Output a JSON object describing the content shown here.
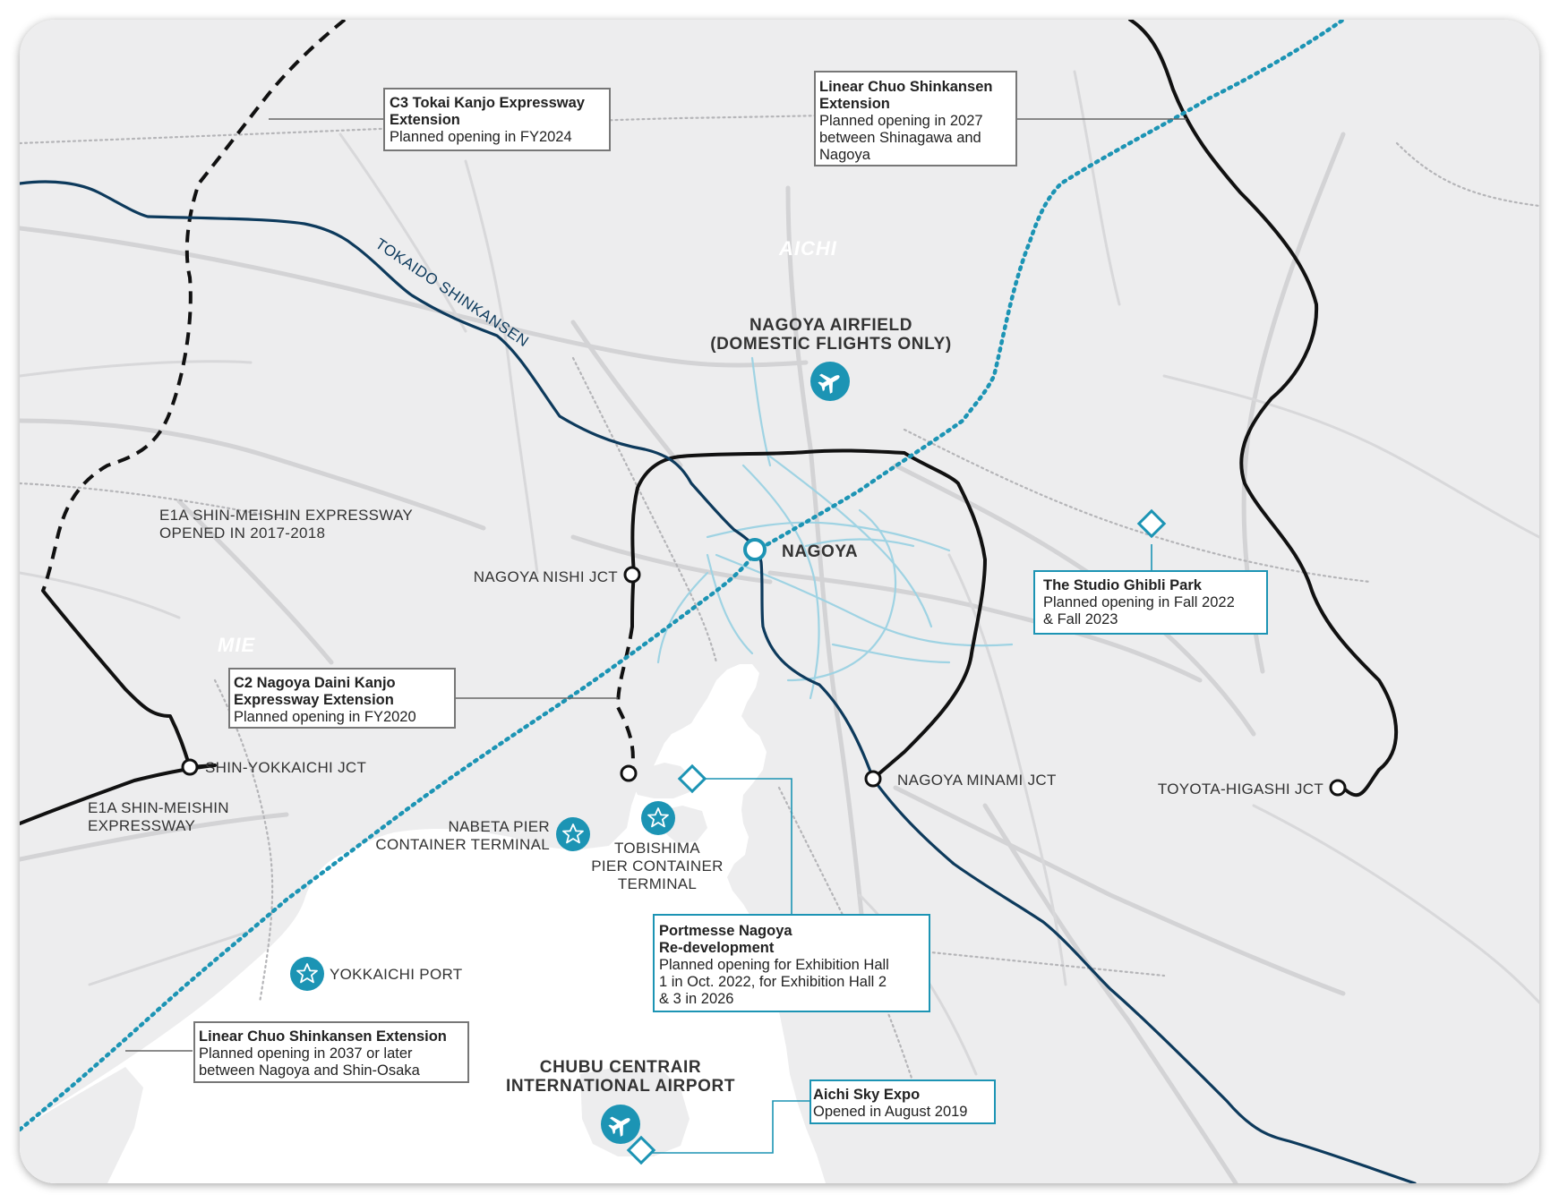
{
  "regions": {
    "aichi": "AICHI",
    "mie": "MIE"
  },
  "rail_labels": {
    "tokaido": "TOKAIDO SHINKANSEN"
  },
  "places": {
    "nagoya": "NAGOYA",
    "airfield_line1": "NAGOYA AIRFIELD",
    "airfield_line2": "(DOMESTIC FLIGHTS ONLY)",
    "nagoya_nishi": "NAGOYA NISHI JCT",
    "shin_yokkaichi": "SHIN-YOKKAICHI JCT",
    "nagoya_minami": "NAGOYA MINAMI JCT",
    "toyota_higashi": "TOYOTA-HIGASHI JCT",
    "nabeta_line1": "NABETA PIER",
    "nabeta_line2": "CONTAINER TERMINAL",
    "tobishima_line1": "TOBISHIMA",
    "tobishima_line2": "PIER CONTAINER",
    "tobishima_line3": "TERMINAL",
    "yokkaichi_port": "YOKKAICHI PORT",
    "centrair_line1": "CHUBU CENTRAIR",
    "centrair_line2": "INTERNATIONAL AIRPORT",
    "e1a_opened_line1": "E1A SHIN-MEISHIN EXPRESSWAY",
    "e1a_opened_line2": "OPENED IN 2017-2018",
    "e1a_line1": "E1A SHIN-MEISHIN",
    "e1a_line2": "EXPRESSWAY"
  },
  "callouts": {
    "c3": {
      "title1": "C3 Tokai Kanjo Expressway",
      "title2": "Extension",
      "line1": "Planned opening in FY2024"
    },
    "linear_east": {
      "title1": "Linear Chuo Shinkansen",
      "title2": "Extension",
      "line1": "Planned opening in 2027",
      "line2": "between Shinagawa and",
      "line3": "Nagoya"
    },
    "c2": {
      "title1": "C2 Nagoya Daini Kanjo",
      "title2": "Expressway Extension",
      "line1": "Planned opening in FY2020"
    },
    "ghibli": {
      "title1": "The Studio Ghibli Park",
      "line1": "Planned opening in Fall 2022",
      "line2": "& Fall 2023"
    },
    "portmesse": {
      "title1": "Portmesse Nagoya",
      "title2": "Re-development",
      "line1": "Planned opening for Exhibition Hall",
      "line2": "1 in Oct. 2022, for Exhibition Hall 2",
      "line3": "& 3 in 2026"
    },
    "linear_west": {
      "title1": "Linear Chuo Shinkansen Extension",
      "line1": "Planned opening in 2037 or later",
      "line2": "between Nagoya and Shin-Osaka"
    },
    "sky_expo": {
      "title1": "Aichi Sky Expo",
      "line1": "Opened in August 2019"
    }
  },
  "icons": {
    "airfield": "airplane-icon",
    "centrair": "airplane-icon",
    "nabeta": "star-icon",
    "tobishima": "star-icon",
    "yokkaichi": "star-icon",
    "ghibli": "diamond-marker-icon",
    "portmesse": "diamond-marker-icon",
    "sky_expo": "diamond-marker-icon",
    "jct": "circle-marker-icon"
  },
  "colors": {
    "land": "#ededee",
    "water": "#ffffff",
    "road": "#d6d6d8",
    "expressway": "#111111",
    "shinkansen": "#0d3a5c",
    "linear": "#1c94b4",
    "accent": "#1c94b4",
    "city_lines": "#9fd3e3"
  }
}
